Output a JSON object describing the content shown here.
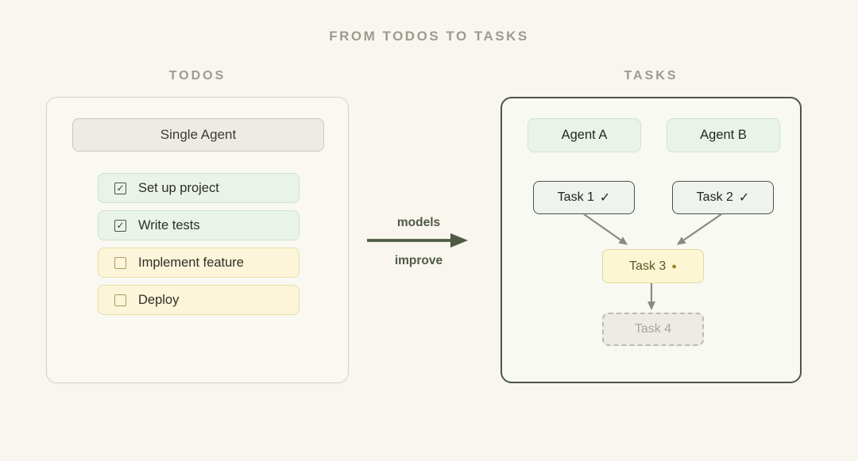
{
  "title": "FROM TODOS TO TASKS",
  "todos_panel": {
    "header": "TODOS",
    "agent_label": "Single Agent",
    "items": [
      {
        "label": "Set up project",
        "checkbox_glyph": "✓",
        "state": "done"
      },
      {
        "label": "Write tests",
        "checkbox_glyph": "✓",
        "state": "done"
      },
      {
        "label": "Implement feature",
        "checkbox_glyph": "",
        "state": "pending"
      },
      {
        "label": "Deploy",
        "checkbox_glyph": "",
        "state": "pending"
      }
    ]
  },
  "transition": {
    "label_top": "models",
    "label_bottom": "improve"
  },
  "tasks_panel": {
    "header": "TASKS",
    "agents": [
      {
        "label": "Agent A"
      },
      {
        "label": "Agent B"
      }
    ],
    "tasks": [
      {
        "label": "Task 1",
        "status_glyph": "✓",
        "state": "done"
      },
      {
        "label": "Task 2",
        "status_glyph": "✓",
        "state": "done"
      },
      {
        "label": "Task 3",
        "status_glyph": "●",
        "state": "in_progress"
      },
      {
        "label": "Task 4",
        "status_glyph": "",
        "state": "queued"
      }
    ]
  },
  "colors": {
    "background": "#f8f6ef",
    "heading_gray": "#9d9a90",
    "green_fill": "#e9f3e8",
    "green_border": "#cbe3cb",
    "yellow_fill": "#fcf5d9",
    "yellow_border": "#e8dfa5",
    "gray_fill": "#edebe5",
    "dark_outline": "#4e574d",
    "arrow_gray": "#8a8a85",
    "transition_green": "#4f5a45",
    "task3_dot": "#97861e",
    "task4_text": "#a7a59c"
  }
}
